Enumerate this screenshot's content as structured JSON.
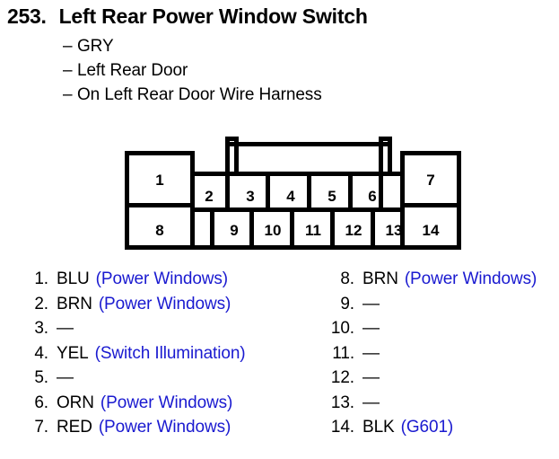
{
  "header": {
    "number": "253.",
    "title": "Left Rear Power Window Switch",
    "sublines": [
      "GRY",
      "Left Rear Door",
      "On Left Rear Door Wire Harness"
    ],
    "dash": "–"
  },
  "connector": {
    "name": "14-pin connector diagram",
    "top_row": [
      "1",
      "2",
      "3",
      "4",
      "5",
      "6",
      "7"
    ],
    "bottom_row": [
      "8",
      "9",
      "10",
      "11",
      "12",
      "13",
      "14"
    ],
    "labels": {
      "p1": "1",
      "p2": "2",
      "p3": "3",
      "p4": "4",
      "p5": "5",
      "p6": "6",
      "p7": "7",
      "p8": "8",
      "p9": "9",
      "p10": "10",
      "p11": "11",
      "p12": "12",
      "p13": "13",
      "p14": "14"
    }
  },
  "colors": {
    "circuit_blue": "#1a1ad0",
    "ink": "#000000",
    "background": "#ffffff"
  },
  "pins_left": [
    {
      "index": "1.",
      "color": "BLU",
      "circuit": "(Power Windows)"
    },
    {
      "index": "2.",
      "color": "BRN",
      "circuit": "(Power Windows)"
    },
    {
      "index": "3.",
      "color": "—",
      "circuit": ""
    },
    {
      "index": "4.",
      "color": "YEL",
      "circuit": "(Switch Illumination)"
    },
    {
      "index": "5.",
      "color": "—",
      "circuit": ""
    },
    {
      "index": "6.",
      "color": "ORN",
      "circuit": "(Power Windows)"
    },
    {
      "index": "7.",
      "color": "RED",
      "circuit": "(Power Windows)"
    }
  ],
  "pins_right": [
    {
      "index": "8.",
      "color": "BRN",
      "circuit": "(Power Windows)"
    },
    {
      "index": "9.",
      "color": "—",
      "circuit": ""
    },
    {
      "index": "10.",
      "color": "—",
      "circuit": ""
    },
    {
      "index": "11.",
      "color": "—",
      "circuit": ""
    },
    {
      "index": "12.",
      "color": "—",
      "circuit": ""
    },
    {
      "index": "13.",
      "color": "—",
      "circuit": ""
    },
    {
      "index": "14.",
      "color": "BLK",
      "circuit": "(G601)"
    }
  ]
}
